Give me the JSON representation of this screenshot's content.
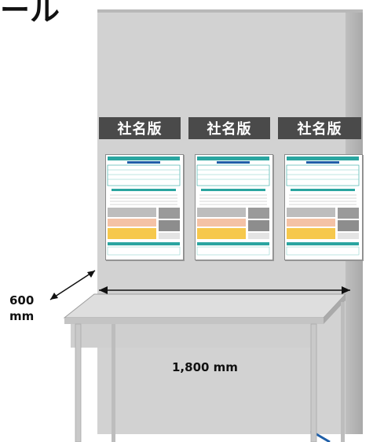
{
  "title_fragment": "ール",
  "labels": [
    "社名版",
    "社名版",
    "社名版"
  ],
  "poster_count": 3,
  "dimensions": {
    "depth_value": "600",
    "depth_unit": "mm",
    "width": "1,800 mm"
  },
  "colors": {
    "panel": "#d2d2d2",
    "label_bg": "#4a4a4a",
    "poster_teal": "#2aa5a0",
    "table_top": "#d0d0d0",
    "accent_blue": "#1f5fa8"
  }
}
